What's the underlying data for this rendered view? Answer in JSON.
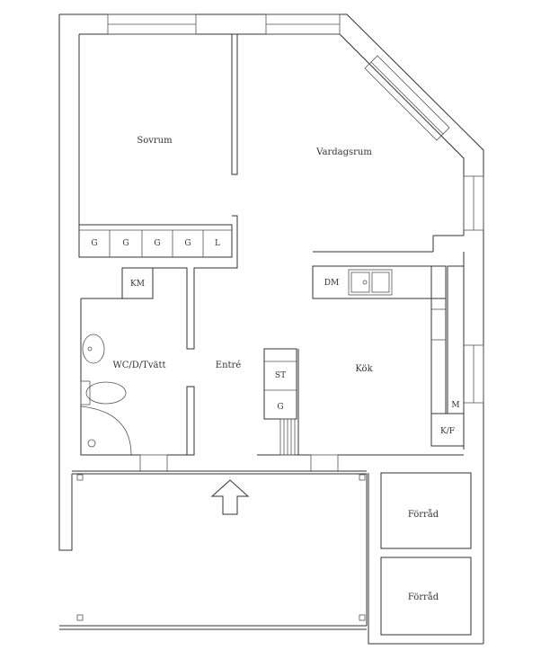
{
  "rooms": {
    "sovrum": "Sovrum",
    "vardagsrum": "Vardagsrum",
    "entre": "Entré",
    "kok": "Kök",
    "wc": "WC/D/Tvätt",
    "forrad_1": "Förråd",
    "forrad_2": "Förråd"
  },
  "fixtures": {
    "km": "KM",
    "dm": "DM",
    "st": "ST",
    "g": "G",
    "m": "M",
    "kf": "K/F"
  },
  "wardrobes": [
    "G",
    "G",
    "G",
    "G",
    "L"
  ],
  "colors": {
    "wall": "#333333",
    "background": "#ffffff"
  }
}
